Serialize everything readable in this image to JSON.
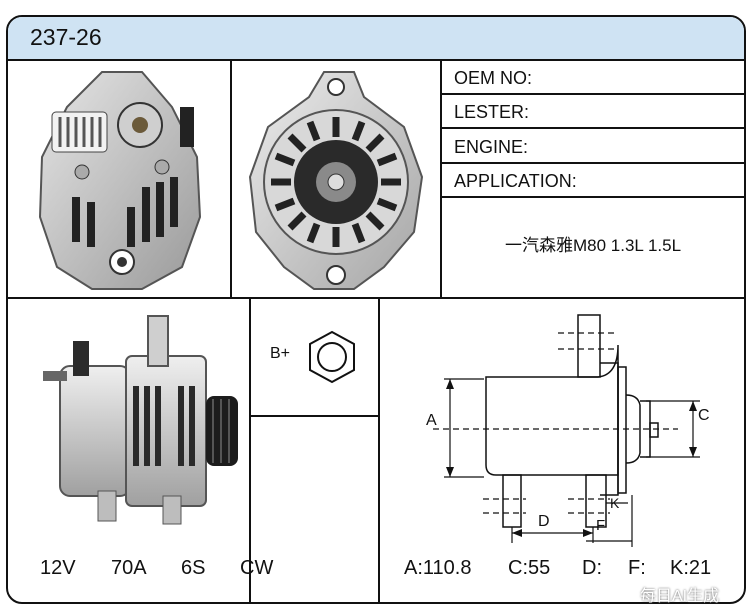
{
  "title": "237-26",
  "fields": {
    "oem": "OEM NO:",
    "lester": "LESTER:",
    "engine": "ENGINE:",
    "application": "APPLICATION:"
  },
  "application_value": "一汽森雅M80 1.3L 1.5L",
  "terminal_label": "B+",
  "specs": {
    "voltage": "12V",
    "amperage": "70A",
    "pulley": "6S",
    "rotation": "CW"
  },
  "dimensions": {
    "a": "A:110.8",
    "c": "C:55",
    "d": "D:",
    "f": "F:",
    "k": "K:21"
  },
  "diagram_labels": {
    "a": "A",
    "c": "C",
    "d": "D",
    "f": "F",
    "k": "K"
  },
  "watermark": "每日AI生成"
}
